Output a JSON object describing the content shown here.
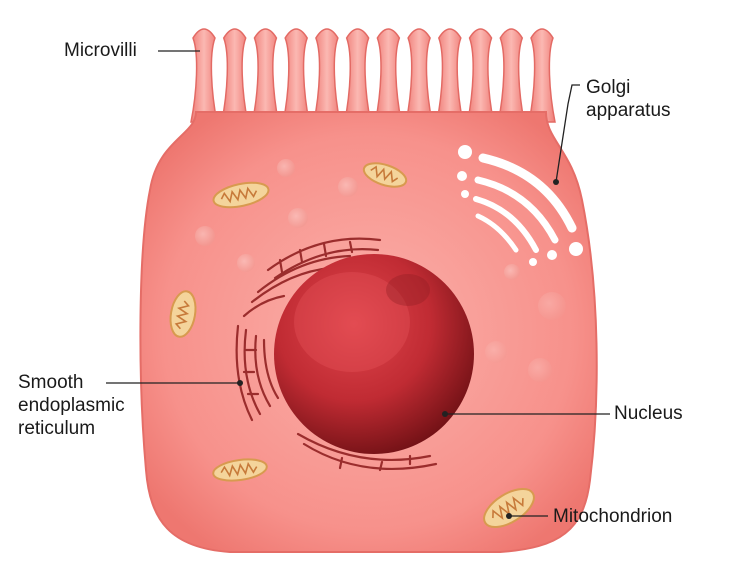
{
  "labels": {
    "microvilli": "Microvilli",
    "golgi": [
      "Golgi",
      "apparatus"
    ],
    "smooth_er": [
      "Smooth",
      "endoplasmic",
      "reticulum"
    ],
    "nucleus": "Nucleus",
    "mitochondrion": "Mitochondrion"
  },
  "colors": {
    "cytoplasm": "#f6857f",
    "cytoplasm_light": "#fbb3ad",
    "membrane": "#e8706b",
    "nucleus": "#c62f37",
    "nucleus_dark": "#7a1418",
    "organelle": "#f3d49a",
    "er_line": "#9b2d2d",
    "leader_line": "#222222"
  },
  "icons": [
    "microvilli",
    "golgi-apparatus",
    "smooth-er",
    "nucleus",
    "mitochondrion",
    "vesicle"
  ]
}
